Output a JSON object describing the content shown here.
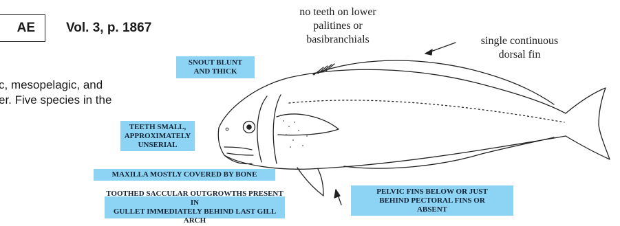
{
  "header": {
    "family_fragment": "AE",
    "volume_ref": "Vol. 3, p. 1867"
  },
  "description": {
    "line1": "c,  mesopelagic,  and",
    "line2": "er. Five species in the"
  },
  "notes": {
    "lower_palatines": "no teeth on lower palitines or basibranchials",
    "lower_palatines_lines": [
      "no teeth on lower",
      "palitines or",
      "basibranchials"
    ],
    "dorsal_fin": "single continuous dorsal fin",
    "dorsal_fin_lines": [
      "single continuous",
      "dorsal fin"
    ]
  },
  "labels": {
    "snout": [
      "SNOUT BLUNT",
      "AND THICK"
    ],
    "teeth": [
      "TEETH SMALL,",
      "APPROXIMATELY",
      "UNSERIAL"
    ],
    "maxilla": [
      "MAXILLA MOSTLY COVERED BY BONE"
    ],
    "gullet": [
      "TOOTHED SACCULAR OUTGROWTHS PRESENT IN",
      "GULLET IMMEDIATELY BEHIND LAST GILL ARCH"
    ],
    "pelvic": [
      "PELVIC FINS BELOW OR JUST",
      "BEHIND PECTORAL FINS OR",
      "ABSENT"
    ]
  },
  "colors": {
    "label_background": "#8cd3f4",
    "line": "#222222"
  },
  "illustration": {
    "subject": "fish-drawing"
  }
}
